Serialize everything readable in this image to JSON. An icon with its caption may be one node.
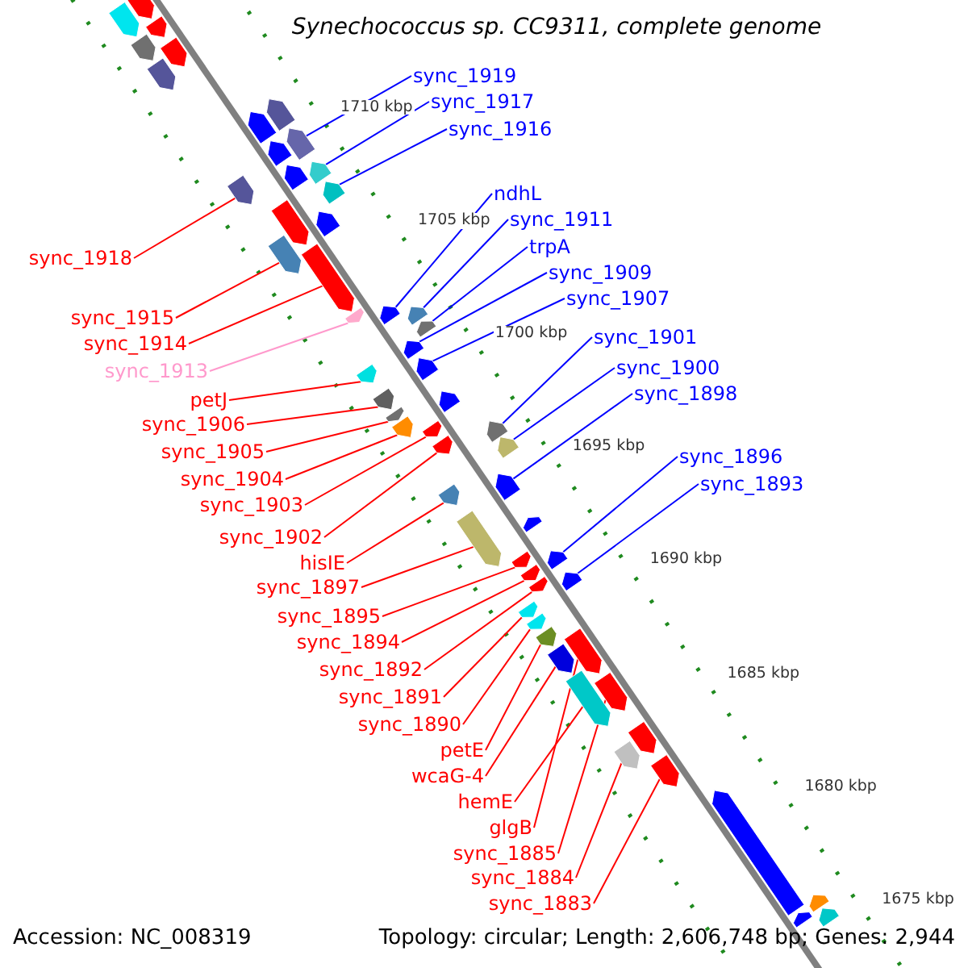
{
  "diagram": {
    "title": "Synechococcus sp. CC9311, complete genome",
    "nodes": [
      {
        "text": [
          "sync_1919"
        ]
      },
      {
        "text": [],
        "shape": "arrow"
      },
      {
        "text": [
          "sync_1917"
        ]
      },
      {
        "text": [],
        "shape": "arrow"
      },
      {
        "text": [
          "sync_1916"
        ]
      },
      {
        "text": [],
        "shape": "arrow"
      },
      {
        "text": [
          "sync_1918"
        ]
      },
      {
        "text": [],
        "shape": "arrow"
      },
      {
        "text": [
          "ndhL"
        ]
      },
      {
        "text": [],
        "shape": "arrow"
      },
      {
        "text": [
          "sync_1911"
        ]
      },
      {
        "text": [],
        "shape": "arrow"
      },
      {
        "text": [
          "trpA"
        ]
      },
      {
        "text": [],
        "shape": "arrow"
      },
      {
        "text": [
          "sync_1909"
        ]
      },
      {
        "text": [],
        "shape": "arrow"
      },
      {
        "text": [
          "sync_1907"
        ]
      },
      {
        "text": [],
        "shape": "arrow"
      },
      {
        "text": [
          "sync_1915"
        ]
      },
      {
        "text": [],
        "shape": "arrow"
      },
      {
        "text": [
          "sync_1914"
        ]
      },
      {
        "text": [],
        "shape": "arrow"
      },
      {
        "text": [
          "sync_1913"
        ]
      },
      {
        "text": [],
        "shape": "arrow"
      },
      {
        "text": [
          "sync_1901"
        ]
      },
      {
        "text": [],
        "shape": "arrow"
      },
      {
        "text": [
          "sync_1900"
        ]
      },
      {
        "text": [],
        "shape": "arrow"
      },
      {
        "text": [
          "petJ"
        ]
      },
      {
        "text": [],
        "shape": "arrow"
      },
      {
        "text": [
          "sync_1898"
        ]
      },
      {
        "text": [],
        "shape": "arrow"
      },
      {
        "text": [
          "sync_1906"
        ]
      },
      {
        "text": [],
        "shape": "arrow"
      },
      {
        "text": [
          "sync_1905"
        ]
      },
      {
        "text": [],
        "shape": "arrow"
      },
      {
        "text": [
          "sync_1896"
        ]
      },
      {
        "text": [],
        "shape": "arrow"
      },
      {
        "text": [
          "sync_1904"
        ]
      },
      {
        "text": [],
        "shape": "arrow"
      },
      {
        "text": [
          "sync_1893"
        ]
      },
      {
        "text": [],
        "shape": "arrow"
      },
      {
        "text": [
          "sync_1903"
        ]
      },
      {
        "text": [],
        "shape": "arrow"
      },
      {
        "text": [
          "sync_1902"
        ]
      },
      {
        "text": [],
        "shape": "arrow"
      },
      {
        "text": [
          "hisIE"
        ]
      },
      {
        "text": [],
        "shape": "arrow"
      },
      {
        "text": [
          "sync_1897"
        ]
      },
      {
        "text": [],
        "shape": "arrow"
      },
      {
        "text": [
          "sync_1895"
        ]
      },
      {
        "text": [],
        "shape": "arrow"
      },
      {
        "text": [
          "sync_1894"
        ]
      },
      {
        "text": [],
        "shape": "arrow"
      },
      {
        "text": [
          "sync_1892"
        ]
      },
      {
        "text": [],
        "shape": "arrow"
      },
      {
        "text": [
          "sync_1891"
        ]
      },
      {
        "text": [],
        "shape": "arrow"
      },
      {
        "text": [
          "sync_1890"
        ]
      },
      {
        "text": [],
        "shape": "arrow"
      },
      {
        "text": [
          "petE"
        ]
      },
      {
        "text": [],
        "shape": "arrow"
      },
      {
        "text": [
          "wcaG-4"
        ]
      },
      {
        "text": [],
        "shape": "arrow"
      },
      {
        "text": [
          "hemE"
        ]
      },
      {
        "text": [],
        "shape": "arrow"
      },
      {
        "text": [
          "glgB"
        ]
      },
      {
        "text": [],
        "shape": "arrow"
      },
      {
        "text": [
          "sync_1885"
        ]
      },
      {
        "text": [],
        "shape": "arrow"
      },
      {
        "text": [
          "sync_1884"
        ]
      },
      {
        "text": [],
        "shape": "arrow"
      },
      {
        "text": [
          "sync_1883"
        ]
      },
      {
        "text": [],
        "shape": "arrow"
      },
      {
        "text": [],
        "shape": "arrow"
      },
      {
        "text": [],
        "shape": "arrow"
      },
      {
        "text": [],
        "shape": "arrow"
      },
      {
        "text": [],
        "shape": "arrow"
      },
      {
        "text": [],
        "shape": "arrow"
      },
      {
        "text": [],
        "shape": "arrow"
      },
      {
        "text": [],
        "shape": "arrow"
      },
      {
        "text": [],
        "shape": "arrow"
      },
      {
        "text": [],
        "shape": "arrow"
      },
      {
        "text": [],
        "shape": "arrow"
      },
      {
        "text": [],
        "shape": "arrow"
      },
      {
        "text": [],
        "shape": "arrow"
      },
      {
        "text": [],
        "shape": "arrow"
      },
      {
        "text": [],
        "shape": "arrow"
      },
      {
        "text": [],
        "shape": "arrow"
      },
      {
        "text": [],
        "shape": "arrow"
      },
      {
        "text": [],
        "shape": "arrow"
      },
      {
        "text": [],
        "shape": "arrow"
      },
      {
        "text": [],
        "shape": "arrow"
      }
    ],
    "edges": [
      {
        "from": 0,
        "to": 1,
        "arrow": "none",
        "color": "#0000ff"
      },
      {
        "from": 2,
        "to": 3,
        "arrow": "none",
        "color": "#0000ff"
      },
      {
        "from": 4,
        "to": 5,
        "arrow": "none",
        "color": "#0000ff"
      },
      {
        "from": 6,
        "to": 7,
        "arrow": "none"
      },
      {
        "from": 8,
        "to": 9,
        "arrow": "none",
        "color": "#0000ff"
      },
      {
        "from": 10,
        "to": 11,
        "arrow": "none",
        "color": "#0000ff"
      },
      {
        "from": 12,
        "to": 13,
        "arrow": "none",
        "color": "#0000ff"
      },
      {
        "from": 14,
        "to": 15,
        "arrow": "none",
        "color": "#0000ff"
      },
      {
        "from": 16,
        "to": 17,
        "arrow": "none",
        "color": "#0000ff"
      },
      {
        "from": 18,
        "to": 19,
        "arrow": "none"
      },
      {
        "from": 20,
        "to": 21,
        "arrow": "none"
      },
      {
        "from": 22,
        "to": 23,
        "arrow": "none",
        "color": "#ff99cc"
      },
      {
        "from": 24,
        "to": 25,
        "arrow": "none",
        "color": "#0000ff"
      },
      {
        "from": 26,
        "to": 27,
        "arrow": "none",
        "color": "#0000ff"
      },
      {
        "from": 28,
        "to": 29,
        "arrow": "none"
      },
      {
        "from": 30,
        "to": 31,
        "arrow": "none",
        "color": "#0000ff"
      },
      {
        "from": 32,
        "to": 33,
        "arrow": "none"
      },
      {
        "from": 34,
        "to": 35,
        "arrow": "none"
      },
      {
        "from": 36,
        "to": 37,
        "arrow": "none",
        "color": "#0000ff"
      },
      {
        "from": 38,
        "to": 39,
        "arrow": "none"
      },
      {
        "from": 40,
        "to": 41,
        "arrow": "none",
        "color": "#0000ff"
      },
      {
        "from": 42,
        "to": 43,
        "arrow": "none"
      },
      {
        "from": 44,
        "to": 45,
        "arrow": "none"
      },
      {
        "from": 46,
        "to": 47,
        "arrow": "none"
      },
      {
        "from": 48,
        "to": 49,
        "arrow": "none"
      },
      {
        "from": 50,
        "to": 51,
        "arrow": "none"
      },
      {
        "from": 52,
        "to": 53,
        "arrow": "none"
      },
      {
        "from": 54,
        "to": 55,
        "arrow": "none"
      },
      {
        "from": 56,
        "to": 57,
        "arrow": "none"
      },
      {
        "from": 58,
        "to": 59,
        "arrow": "none"
      },
      {
        "from": 60,
        "to": 61,
        "arrow": "none"
      },
      {
        "from": 62,
        "to": 63,
        "arrow": "none"
      },
      {
        "from": 64,
        "to": 65,
        "arrow": "none"
      },
      {
        "from": 66,
        "to": 67,
        "arrow": "none"
      },
      {
        "from": 68,
        "to": 69,
        "arrow": "none"
      },
      {
        "from": 70,
        "to": 71,
        "arrow": "none"
      },
      {
        "from": 72,
        "to": 73,
        "arrow": "none"
      }
    ],
    "labels": [
      "1710 kbp",
      "1705 kbp",
      "1700 kbp",
      "1695 kbp",
      "1690 kbp",
      "1685 kbp",
      "1680 kbp",
      "1675 kbp",
      "Accession: NC_008319",
      "Topology: circular; Length: 2,606,748 bp; Genes: 2,944"
    ]
  }
}
